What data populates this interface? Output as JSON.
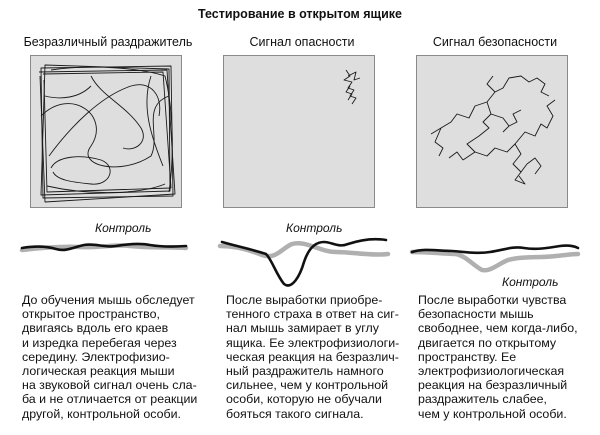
{
  "title": "Тестирование в открытом ящике",
  "panels": [
    {
      "label": "Безразличный раздражитель",
      "control_label": "Контроль",
      "description": [
        "До обучения мышь обследует",
        "открытое пространство,",
        "двигаясь вдоль его краев",
        "и изредка перебегая через",
        "середину. Электрофизио-",
        "логическая реакция мыши",
        "на звуковой сигнал очень сла-",
        "ба и не отличается от реакции",
        "другой, контрольной особи."
      ]
    },
    {
      "label": "Сигнал опасности",
      "control_label": "Контроль",
      "description": [
        "После выработки приобре-",
        "тенного страха в ответ на сиг-",
        "нал мышь замирает в углу",
        "ящика. Ее электрофизиологи-",
        "ческая реакция на безразлич-",
        "ный раздражитель намного",
        "сильнее, чем у контрольной",
        "особи, которую не обучали",
        "бояться такого сигнала."
      ]
    },
    {
      "label": "Сигнал безопасности",
      "control_label": "Контроль",
      "description": [
        "После выработки чувства",
        "безопасности мышь",
        "свободнее, чем когда-либо,",
        "двигается по открытому",
        "пространству. Ее",
        "электрофизиологическая",
        "реакция на безразличный",
        "раздражитель слабее,",
        "чем у контрольной особи."
      ]
    }
  ],
  "colors": {
    "box_fill": "#dedede",
    "box_border": "#8a8a8a",
    "path_line": "#1a1a1a",
    "response_trace": "#111111",
    "control_trace": "#b0b0b0"
  }
}
